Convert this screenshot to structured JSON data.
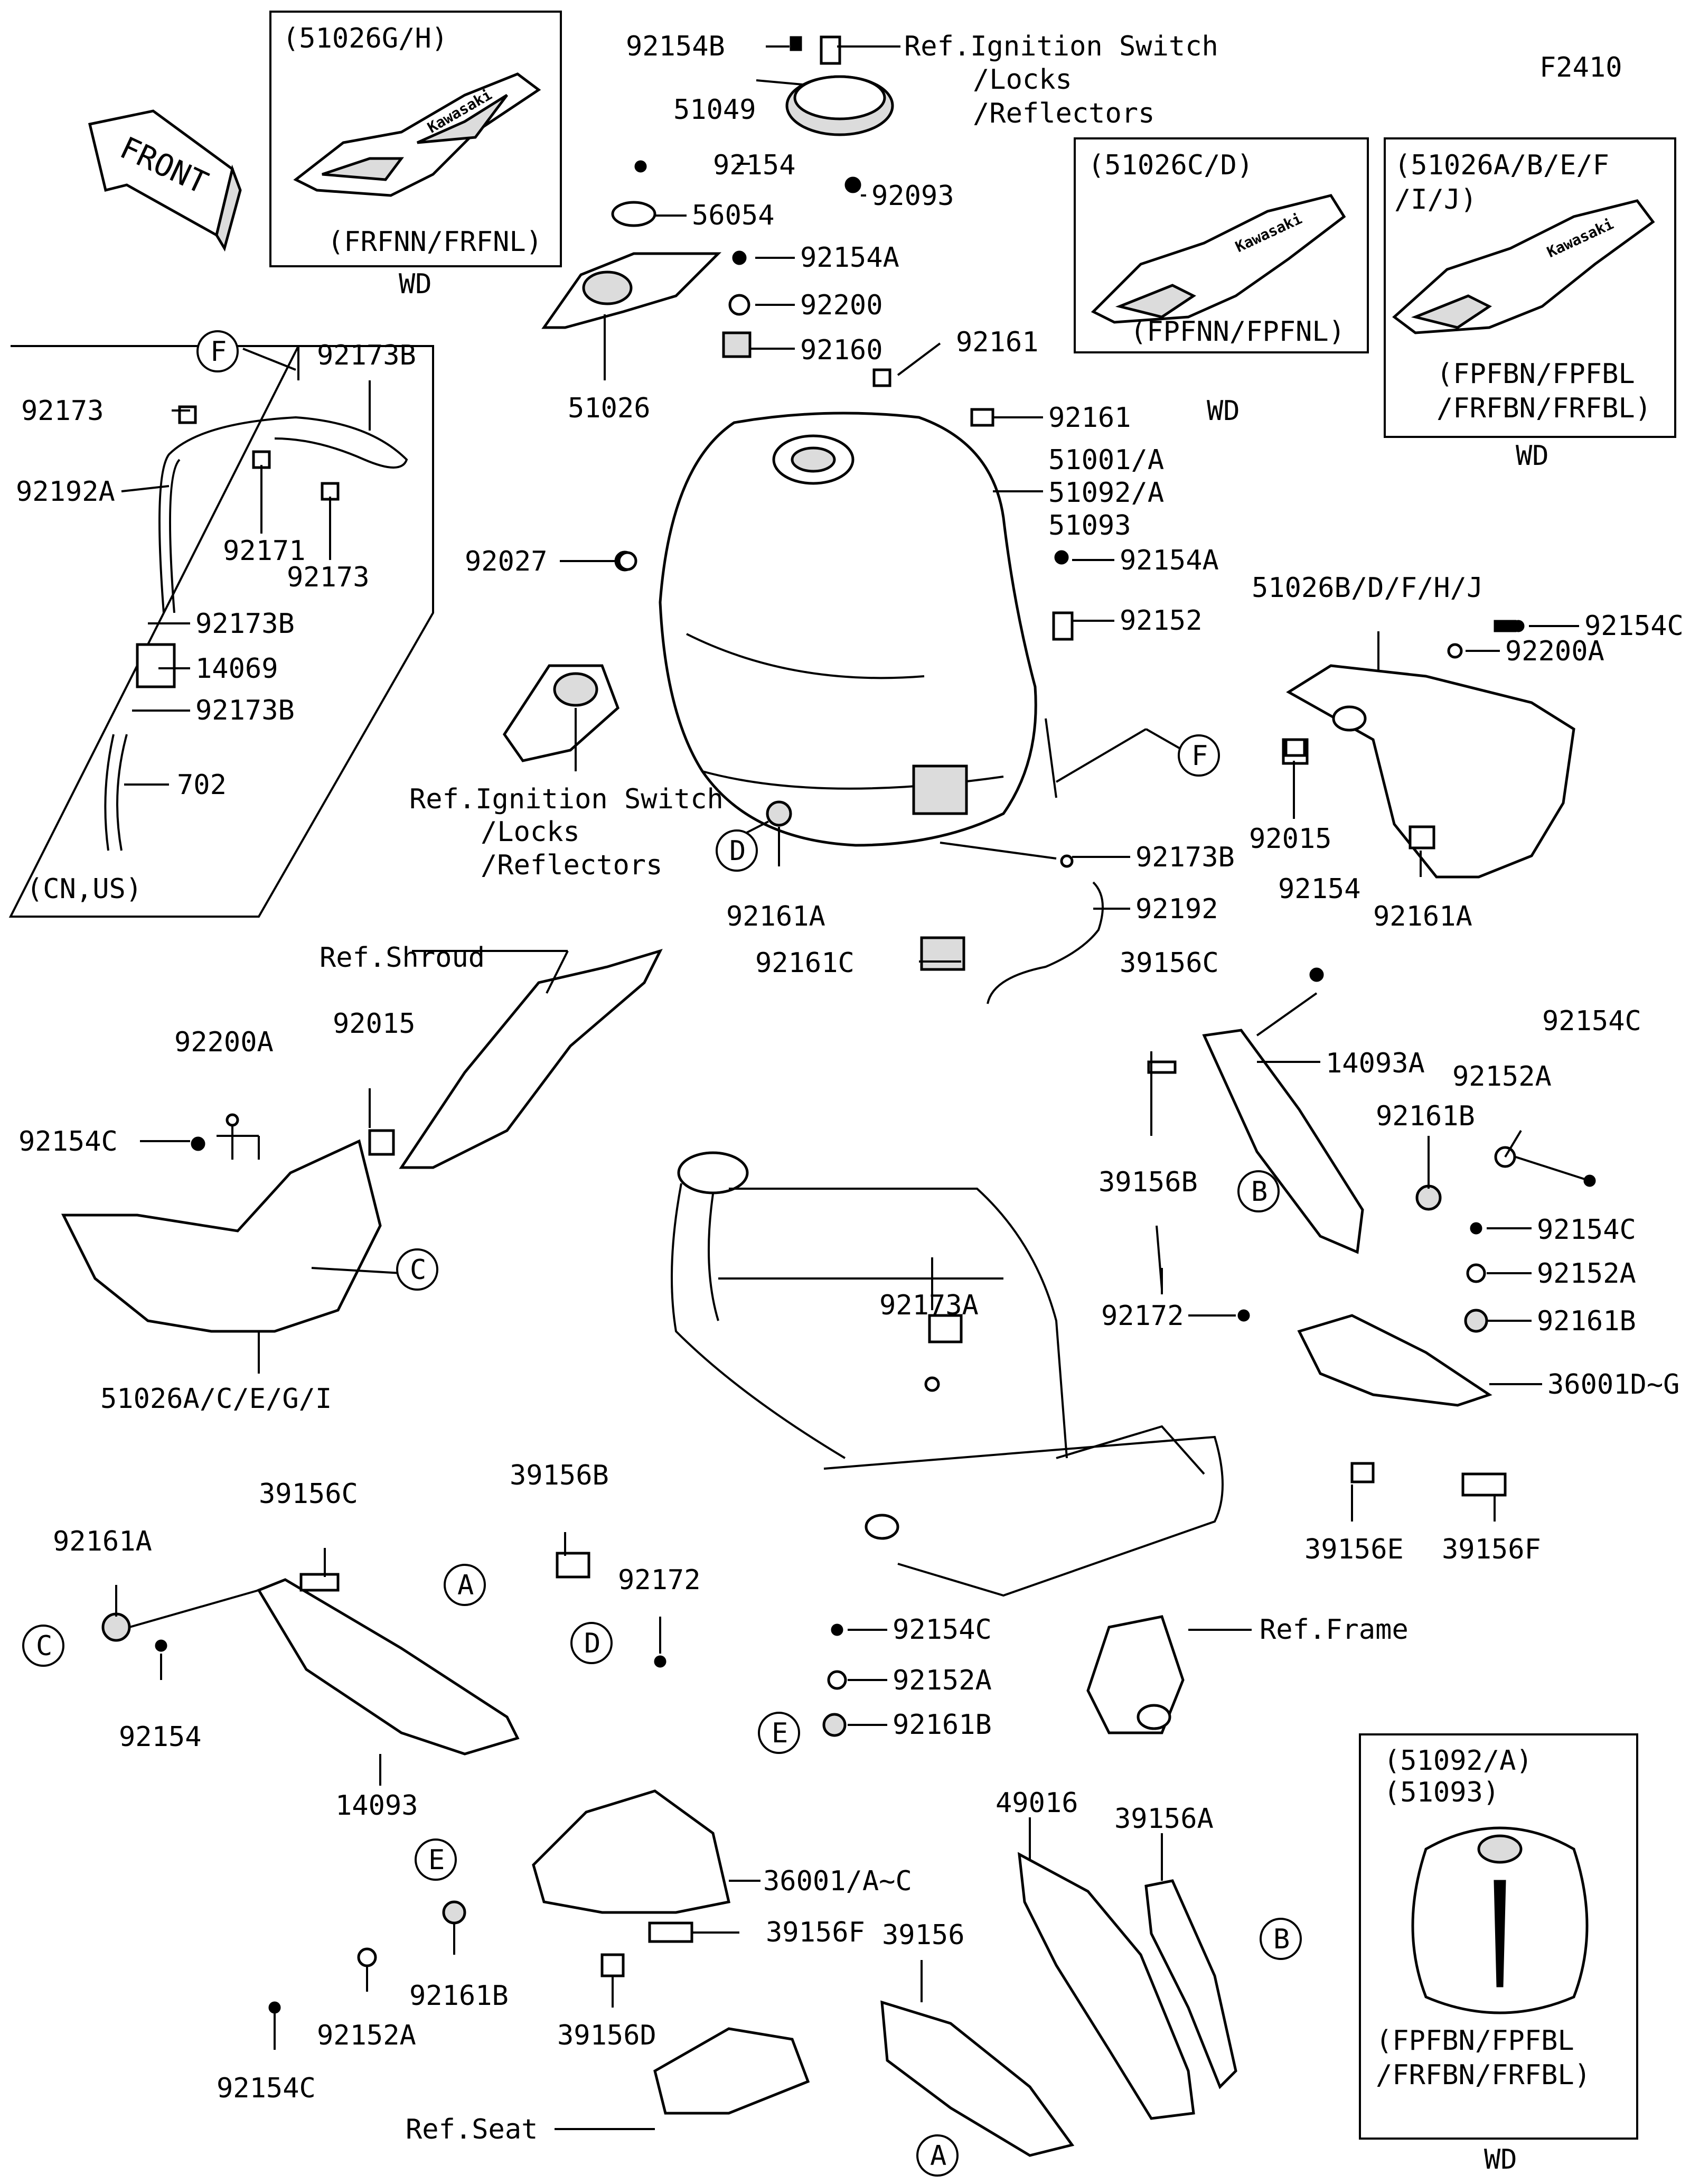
{
  "figure_code": "F2410",
  "front_arrow": "FRONT",
  "callouts": [
    "A",
    "B",
    "C",
    "D",
    "E",
    "F"
  ],
  "labels": {
    "p92154B": "92154B",
    "ref_ign_1": "Ref.Ignition Switch",
    "ref_ign_1b": "/Locks",
    "ref_ign_1c": "/Reflectors",
    "p51049": "51049",
    "p92093": "92093",
    "p92154_top": "92154",
    "p56054": "56054",
    "p51026": "51026",
    "p92154A_1": "92154A",
    "p92200": "92200",
    "p92160": "92160",
    "p92161_a": "92161",
    "p92161_b": "92161",
    "p51001": "51001/A",
    "p51092": "51092/A",
    "p51093": "51093",
    "p92154A_2": "92154A",
    "p92152": "92152",
    "p92027": "92027",
    "ref_ign_2": "Ref.Ignition Switch",
    "ref_ign_2b": "/Locks",
    "ref_ign_2c": "/Reflectors",
    "p92161A_1": "92161A",
    "p92161C": "92161C",
    "p92173B_3": "92173B",
    "p92192": "92192",
    "p92173B_1": "92173B",
    "p92173_1": "92173",
    "p92192A": "92192A",
    "p92171": "92171",
    "p92173_2": "92173",
    "p92173B_2": "92173B",
    "p14069": "14069",
    "p92173B_4": "92173B",
    "p702": "702",
    "cnus": "(CN,US)",
    "p51026BD": "51026B/D/F/H/J",
    "p92154C_1": "92154C",
    "p92200A_1": "92200A",
    "p92015_1": "92015",
    "p92161A_2": "92161A",
    "ref_shroud": "Ref.Shroud",
    "p92200A_2": "92200A",
    "p92015_2": "92015",
    "p92154C_2": "92154C",
    "p51026ACEGI": "51026A/C/E/G/I",
    "p92154_r": "92154",
    "p39156C_1": "39156C",
    "p14093A": "14093A",
    "p92154C_3": "92154C",
    "p92152A_1": "92152A",
    "p92161B_1": "92161B",
    "p39156B_1": "39156B",
    "p92154C_4": "92154C",
    "p92152A_2": "92152A",
    "p92161B_2": "92161B",
    "p92172_1": "92172",
    "p36001DG": "36001D~G",
    "p39156E": "39156E",
    "p39156F_1": "39156F",
    "p92173A": "92173A",
    "p92161A_3": "92161A",
    "p39156C_2": "39156C",
    "p39156B_2": "39156B",
    "p92172_2": "92172",
    "p92154_l": "92154",
    "p14093": "14093",
    "p92154C_5": "92154C",
    "p92152A_3": "92152A",
    "p92161B_3": "92161B",
    "ref_frame": "Ref.Frame",
    "p36001AC": "36001/A~C",
    "p39156F_2": "39156F",
    "p39156": "39156",
    "p49016": "49016",
    "p39156A": "39156A",
    "p92161B_4": "92161B",
    "p92152A_4": "92152A",
    "p39156D": "39156D",
    "p92154C_6": "92154C",
    "ref_seat": "Ref.Seat"
  },
  "insets": {
    "gh": {
      "title": "(51026G/H)",
      "variant": "(FRFNN/FRFNL)",
      "wd": "WD",
      "brand": "Kawasaki"
    },
    "cd": {
      "title": "(51026C/D)",
      "variant": "(FPFNN/FPFNL)",
      "wd": "WD",
      "brand": "Kawasaki"
    },
    "abef": {
      "title_1": "(51026A/B/E/F",
      "title_2": "/I/J)",
      "variant_1": "(FPFBN/FPFBL",
      "variant_2": "/FRFBN/FRFBL)",
      "wd": "WD",
      "brand": "Kawasaki"
    },
    "tank": {
      "title_1": "(51092/A)",
      "title_2": "(51093)",
      "variant_1": "(FPFBN/FPFBL",
      "variant_2": "/FRFBN/FRFBL)",
      "wd": "WD"
    }
  }
}
